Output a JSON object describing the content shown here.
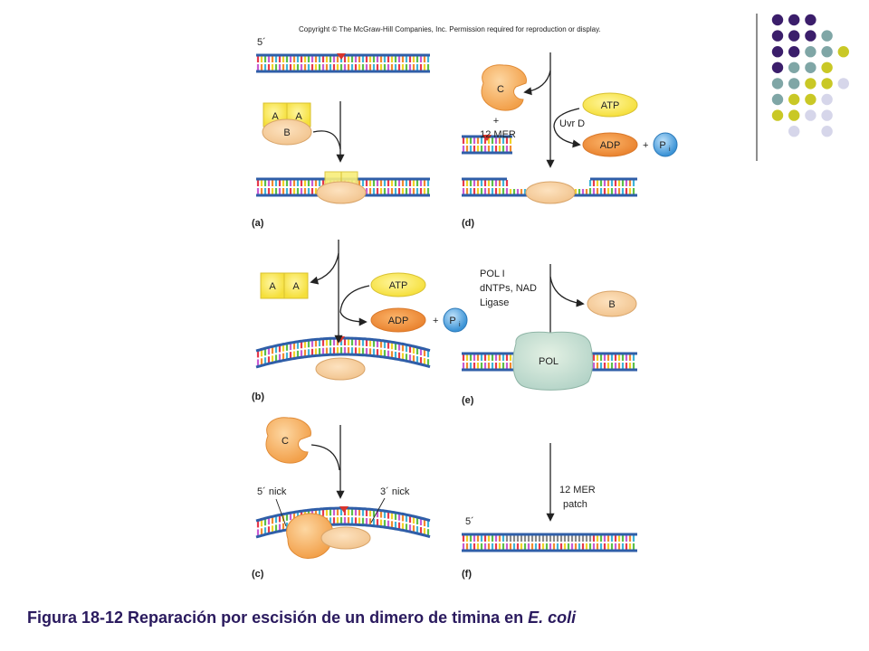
{
  "copyright": "Copyright © The McGraw-Hill Companies, Inc. Permission required for reproduction or display.",
  "labels": {
    "five_prime": "5´",
    "a": "A",
    "b": "B",
    "c": "C",
    "plus": "+",
    "atp": "ATP",
    "adp": "ADP",
    "p": "P",
    "p_sub": "i",
    "uvrd": "Uvr D",
    "mer12": "12 MER",
    "pol1": "POL I",
    "dntps": "dNTPs, NAD",
    "ligase": "Ligase",
    "pol": "POL",
    "nick5": "5´ nick",
    "nick3": "3´ nick",
    "patch1": "12 MER",
    "patch2": "patch"
  },
  "panels": [
    "(a)",
    "(b)",
    "(c)",
    "(d)",
    "(e)",
    "(f)"
  ],
  "caption": {
    "main": "Figura 18-12 Reparación por escisión de un dimero de timina en ",
    "species": "E. coli"
  },
  "colors": {
    "dark_purple": "#3b1e6b",
    "teal": "#7fa6a6",
    "olive": "#c9c826",
    "lavender": "#d6d6ea",
    "strand_blue": "#2f5ea8",
    "dimer_red": "#d9342b",
    "caption": "#2a1a5e"
  },
  "decor_dots": [
    [
      "dark_purple",
      "dark_purple",
      "dark_purple",
      null,
      null
    ],
    [
      "dark_purple",
      "dark_purple",
      "dark_purple",
      "teal",
      null
    ],
    [
      "dark_purple",
      "dark_purple",
      "teal",
      "teal",
      "olive"
    ],
    [
      "dark_purple",
      "teal",
      "teal",
      "olive",
      null
    ],
    [
      "teal",
      "teal",
      "olive",
      "olive",
      "lavender"
    ],
    [
      "teal",
      "olive",
      "olive",
      "lavender",
      null
    ],
    [
      "olive",
      "olive",
      "lavender",
      "lavender",
      null
    ],
    [
      null,
      "lavender",
      null,
      "lavender",
      null
    ]
  ]
}
